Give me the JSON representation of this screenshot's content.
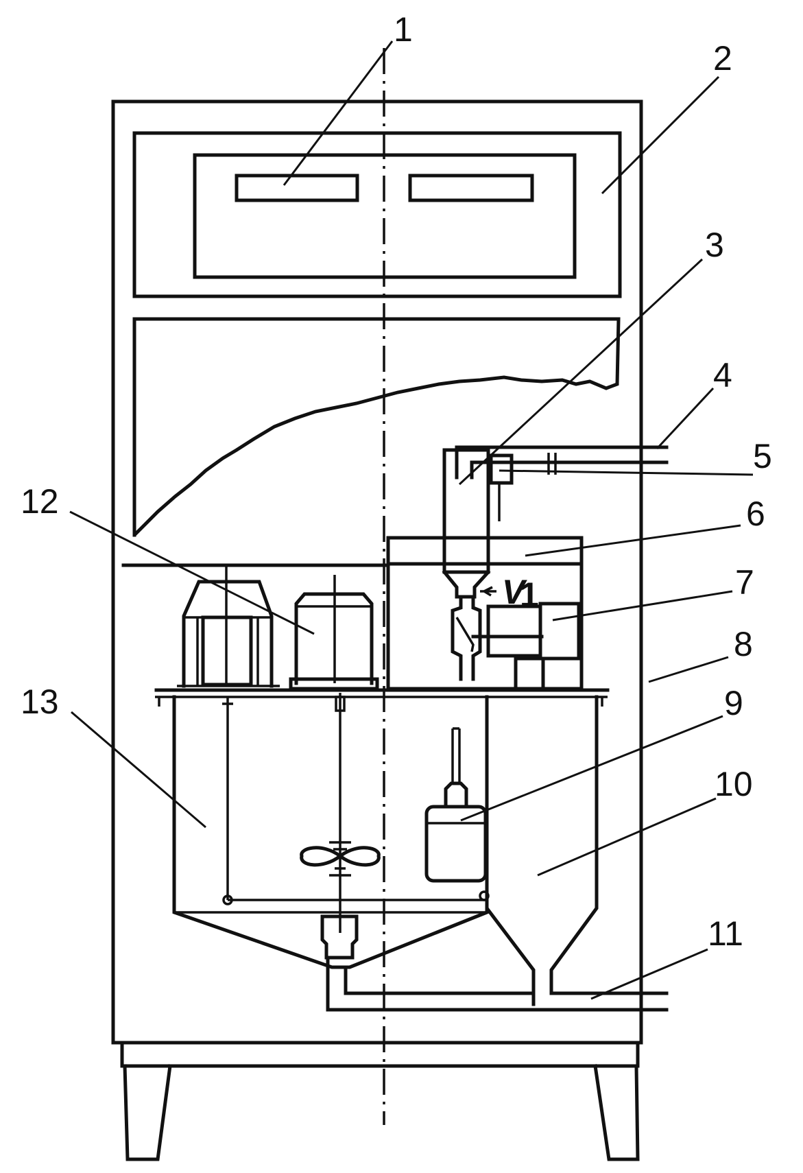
{
  "figure": {
    "callouts": [
      {
        "id": "1",
        "text": "1"
      },
      {
        "id": "2",
        "text": "2"
      },
      {
        "id": "3",
        "text": "3"
      },
      {
        "id": "4",
        "text": "4"
      },
      {
        "id": "5",
        "text": "5"
      },
      {
        "id": "6",
        "text": "6"
      },
      {
        "id": "7",
        "text": "7"
      },
      {
        "id": "8",
        "text": "8"
      },
      {
        "id": "9",
        "text": "9"
      },
      {
        "id": "10",
        "text": "10"
      },
      {
        "id": "11",
        "text": "11"
      },
      {
        "id": "12",
        "text": "12"
      },
      {
        "id": "13",
        "text": "13"
      }
    ],
    "valve_label": "V",
    "valve_subscript": "1"
  }
}
